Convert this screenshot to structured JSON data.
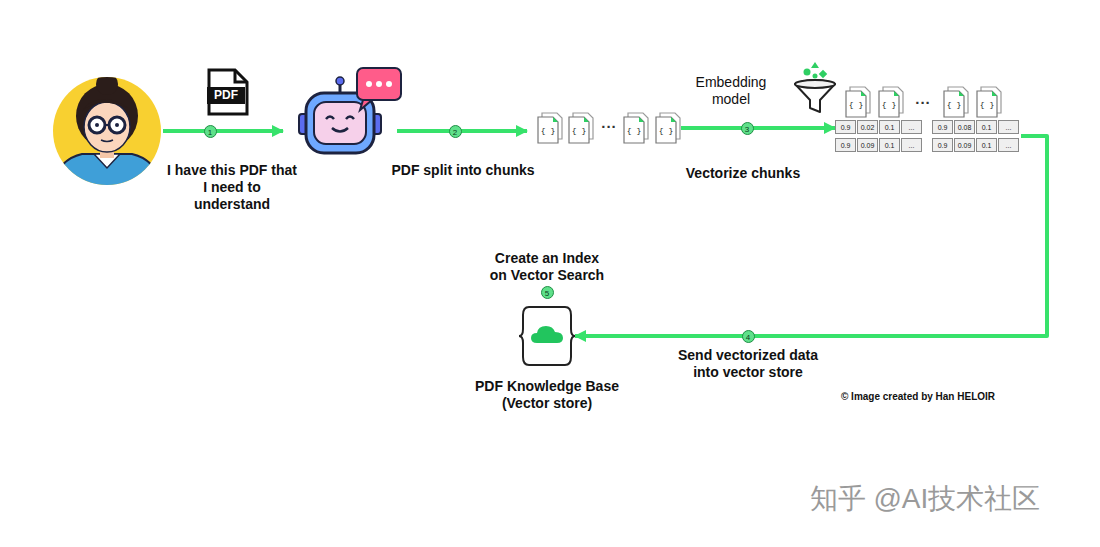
{
  "diagram": {
    "nodes": [
      {
        "text": [
          "PDF"
        ]
      },
      {
        "text": [
          "{ }"
        ]
      },
      {
        "text": [
          "{ }"
        ]
      },
      {
        "text": [
          "{ }"
        ]
      },
      {
        "text": [
          "{ }"
        ]
      },
      {
        "text": [
          "Embedding model"
        ]
      },
      {
        "text": [
          "{ }"
        ]
      },
      {
        "text": [
          "{ }"
        ]
      },
      {
        "text": [
          "{ }"
        ]
      },
      {
        "text": [
          "{ }"
        ]
      },
      {
        "text": [
          "0.9",
          "0.02",
          "0.1",
          "...",
          "0.9",
          "0.08",
          "0.1",
          "...",
          "0.9",
          "0.09",
          "0.1",
          "...",
          "0.9",
          "0.09",
          "0.1",
          "..."
        ]
      },
      {
        "text": [
          "Create an Index on Vector Search",
          "PDF Knowledge Base (Vector store)"
        ]
      }
    ],
    "edges": [
      {
        "from": 4,
        "to": 10,
        "arrow": "to",
        "label": "Vectorize chunks"
      },
      {
        "from": 10,
        "to": 11,
        "arrow": "to",
        "label": "Send vectorized data into vector store"
      }
    ],
    "labels": [
      "I have this PDF that I need to understand",
      "1",
      "PDF split into chunks",
      "2",
      "...",
      "3",
      "...",
      "4",
      "5",
      "© Image created by Han HELOIR",
      "知乎 @AI技术社区"
    ]
  }
}
